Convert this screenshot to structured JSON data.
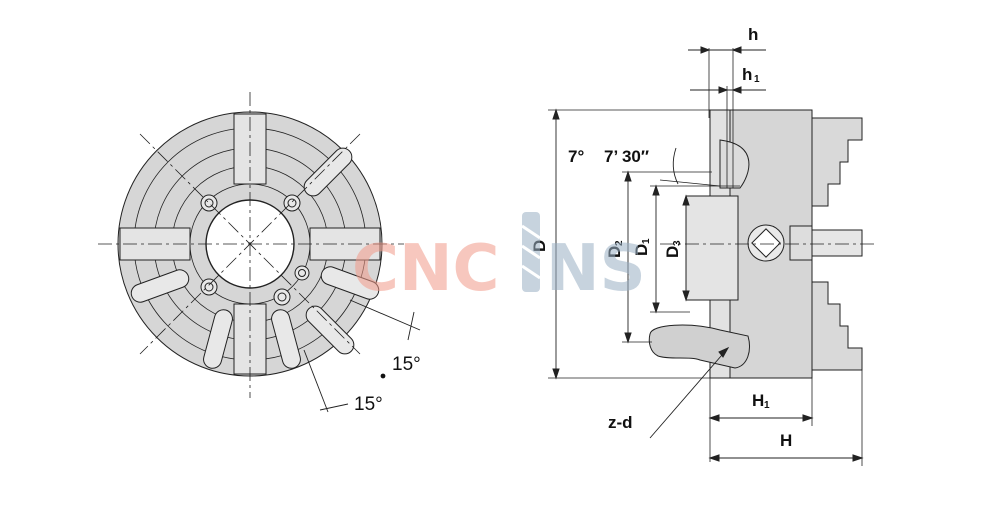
{
  "labels": {
    "h": "h",
    "h1": "h",
    "h1_sub": "1",
    "D": "D",
    "D1": "D",
    "D1_sub": "1",
    "D2": "D",
    "D2_sub": "2",
    "D3": "D",
    "D3_sub": "3",
    "H": "H",
    "H1": "H",
    "H1_sub": "1",
    "zd": "z-d",
    "angle_7": "7°",
    "angle_7_30": "7’ 30″",
    "angle_15a": "15°",
    "angle_15b": "15°"
  },
  "watermark": {
    "part1": "CNC",
    "part2": "NS",
    "color1": "#f29b8a",
    "color2": "#9ab0c4"
  },
  "colors": {
    "body_fill": "#d6d6d6",
    "line": "#222222",
    "background": "#ffffff"
  }
}
